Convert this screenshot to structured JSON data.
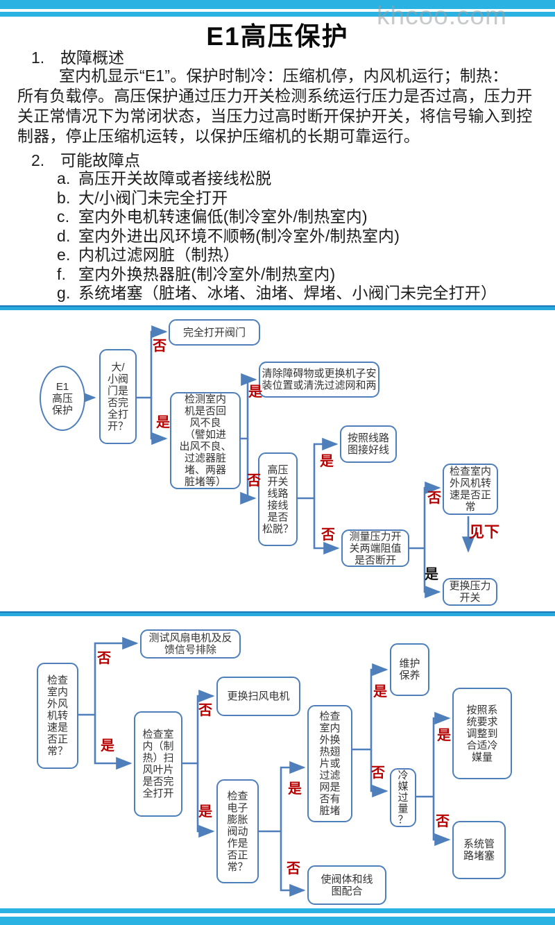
{
  "watermark": "khcoo.com",
  "title": "E1高压保护",
  "overview": {
    "num": "1.",
    "heading": "故障概述",
    "lines": [
      "室内机显示“E1”。保护时制冷：压缩机停，内风机运行；制热：",
      "所有负载停。高压保护通过压力开关检测系统运行压力是否过高，压力开",
      "关正常情况下为常闭状态，当压力过高时断开保护开关，将信号输入到控",
      "制器，停止压缩机运转，以保护压缩机的长期可靠运行。"
    ]
  },
  "faults": {
    "num": "2.",
    "heading": "可能故障点",
    "items": [
      {
        "label": "a.",
        "text": "高压开关故障或者接线松脱"
      },
      {
        "label": "b.",
        "text": "大/小阀门未完全打开"
      },
      {
        "label": "c.",
        "text": "室内外电机转速偏低(制冷室外/制热室内)"
      },
      {
        "label": "d.",
        "text": "室内外进出风环境不顺畅(制冷室外/制热室内)"
      },
      {
        "label": "e.",
        "text": "内机过滤网脏（制热）"
      },
      {
        "label": "f.",
        "text": "室内外换热器脏(制冷室外/制热室内)"
      },
      {
        "label": "g.",
        "text": "系统堵塞（脏堵、冰堵、油堵、焊堵、小阀门未完全打开）"
      }
    ]
  },
  "colors": {
    "accent_cyan": "#29b2e2",
    "divider_blue": "#1b78bc",
    "box_border": "#4e7fba",
    "label_red": "#b80000"
  },
  "flow1": {
    "nodes": {
      "start": "E1\n高压\n保护",
      "valve_q": "大/\n小阀\n门是\n否完\n全打\n开？",
      "open_valve": "完全打开阀门",
      "return_air_q": "检测室内\n机是否回\n风不良\n（譬如进\n出风不良、\n过滤器脏\n堵、两器\n脏堵等）",
      "clear_obstacle": "清除障碍物或更换机子安\n装位置或清洗过滤网和两",
      "wire_diagram": "按照线路\n图接好线",
      "hp_wire_q": "高压\n开关\n线路\n接线\n是否\n松脱？",
      "measure_r": "测量压力开\n关两端阻值\n是否断开",
      "fan_speed_q": "检查室内\n外风机转\n速是否正\n常",
      "replace_switch": "更换压力\n开关"
    },
    "labels": {
      "no1": "否",
      "yes1": "是",
      "yes2": "是",
      "no2": "否",
      "yes3": "是",
      "no3": "否",
      "no4": "否",
      "see_below": "见下",
      "yes4": "是"
    }
  },
  "flow2": {
    "nodes": {
      "fan_speed_q": "检查\n室内\n外风\n机转\n速是\n否正\n常？",
      "test_fan": "测试风扇电机及反\n馈信号排除",
      "swing_q": "检查室\n内（制\n热）扫\n风叶片\n是否完\n全打开",
      "replace_swing": "更换扫风电机",
      "eev_q": "检查\n电子\n膨胀\n阀动\n作是\n否正\n常？",
      "fin_q": "检查\n室内\n外换\n热翅\n片或\n过滤\n网是\n否有\n脏堵",
      "maintain": "维护\n保养",
      "refrigerant_q": "冷\n媒\n过\n量\n？",
      "adjust_refrigerant": "按照系\n统要求\n调整到\n合适冷\n媒量",
      "pipe_block": "系统管\n路堵塞",
      "valve_wire": "使阀体和线\n图配合"
    },
    "labels": {
      "no1": "否",
      "yes1": "是",
      "no2": "否",
      "yes2": "是",
      "yes3": "是",
      "no3": "否",
      "yes4": "是",
      "no4": "否",
      "yes5": "是",
      "no5": "否"
    }
  }
}
